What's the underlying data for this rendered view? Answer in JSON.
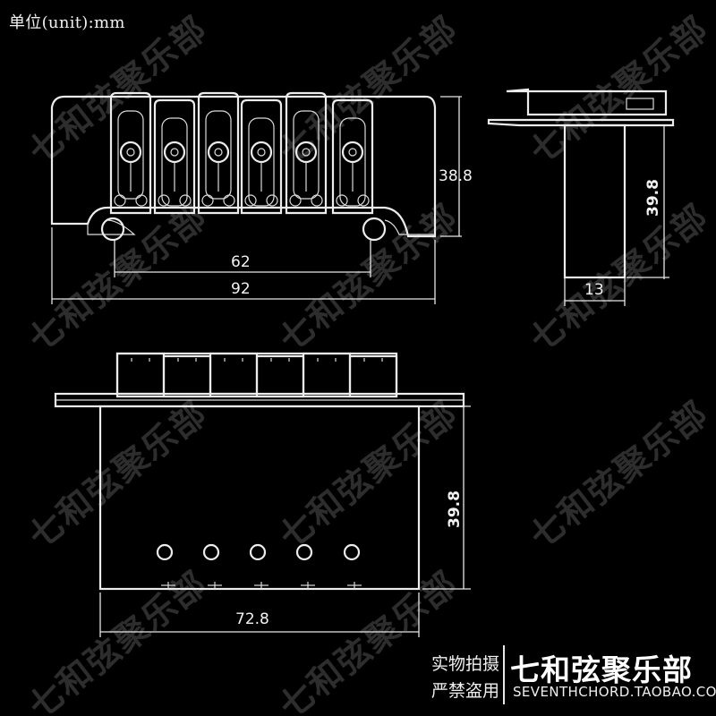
{
  "unit_label": "单位(unit):mm",
  "watermark": "七和弦聚乐部",
  "dimensions": {
    "top_height": "38.8",
    "inner_width": "62",
    "outer_width": "92",
    "side_height": "39.8",
    "side_depth": "13",
    "bottom_height": "39.8",
    "bottom_width": "72.8"
  },
  "footer": {
    "line1": "实物拍摄",
    "line2": "严禁盗用",
    "brand": "七和弦聚乐部",
    "url": "SEVENTHCHORD.TAOBAO.COM"
  },
  "colors": {
    "background": "#000000",
    "line": "#ececec"
  }
}
